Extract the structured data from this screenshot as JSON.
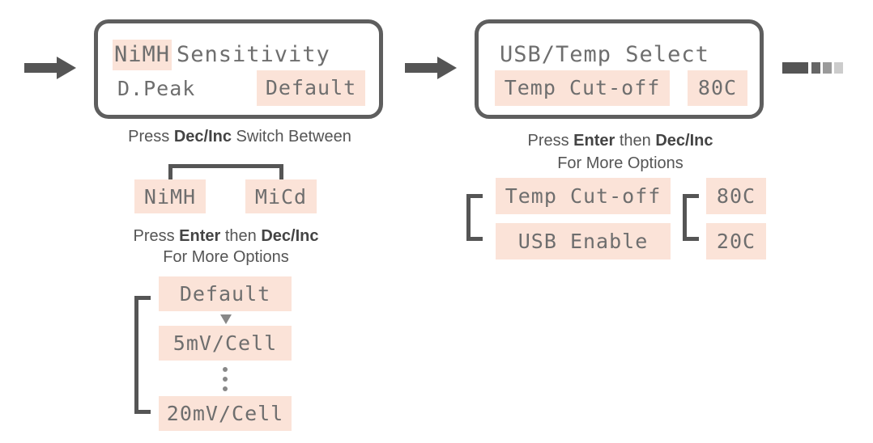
{
  "colors": {
    "highlight": "#fbe3d8",
    "border": "#5e5e5e",
    "text": "#6e6e6e",
    "arrow": "#555555"
  },
  "screen1": {
    "mode": "NiMH",
    "title": "Sensitivity",
    "label": "D.Peak",
    "value": "Default"
  },
  "screen2": {
    "title": "USB/Temp Select",
    "option": "Temp Cut-off",
    "value": "80C"
  },
  "left": {
    "caption1": {
      "a": "Press ",
      "b": "Dec/Inc",
      "c": " Switch Between"
    },
    "switch_items": [
      "NiMH",
      "MiCd"
    ],
    "caption2": {
      "a": "Press ",
      "b": "Enter",
      "c": " then ",
      "d": "Dec/Inc",
      "e": "For More Options"
    },
    "options": [
      "Default",
      "5mV/Cell",
      "20mV/Cell"
    ],
    "down_arrow_icon": "triangle-down-icon",
    "ellipsis_icon": "vertical-ellipsis-icon"
  },
  "right": {
    "caption": {
      "a": "Press ",
      "b": "Enter",
      "c": " then ",
      "d": "Dec/Inc",
      "e": "For More Options"
    },
    "options": [
      "Temp Cut-off",
      "USB Enable"
    ],
    "temps": [
      "80C",
      "20C"
    ]
  },
  "icons": {
    "arrow1": "right-arrow-icon",
    "arrow2": "right-arrow-icon",
    "continue": "dashed-continue-icon"
  }
}
